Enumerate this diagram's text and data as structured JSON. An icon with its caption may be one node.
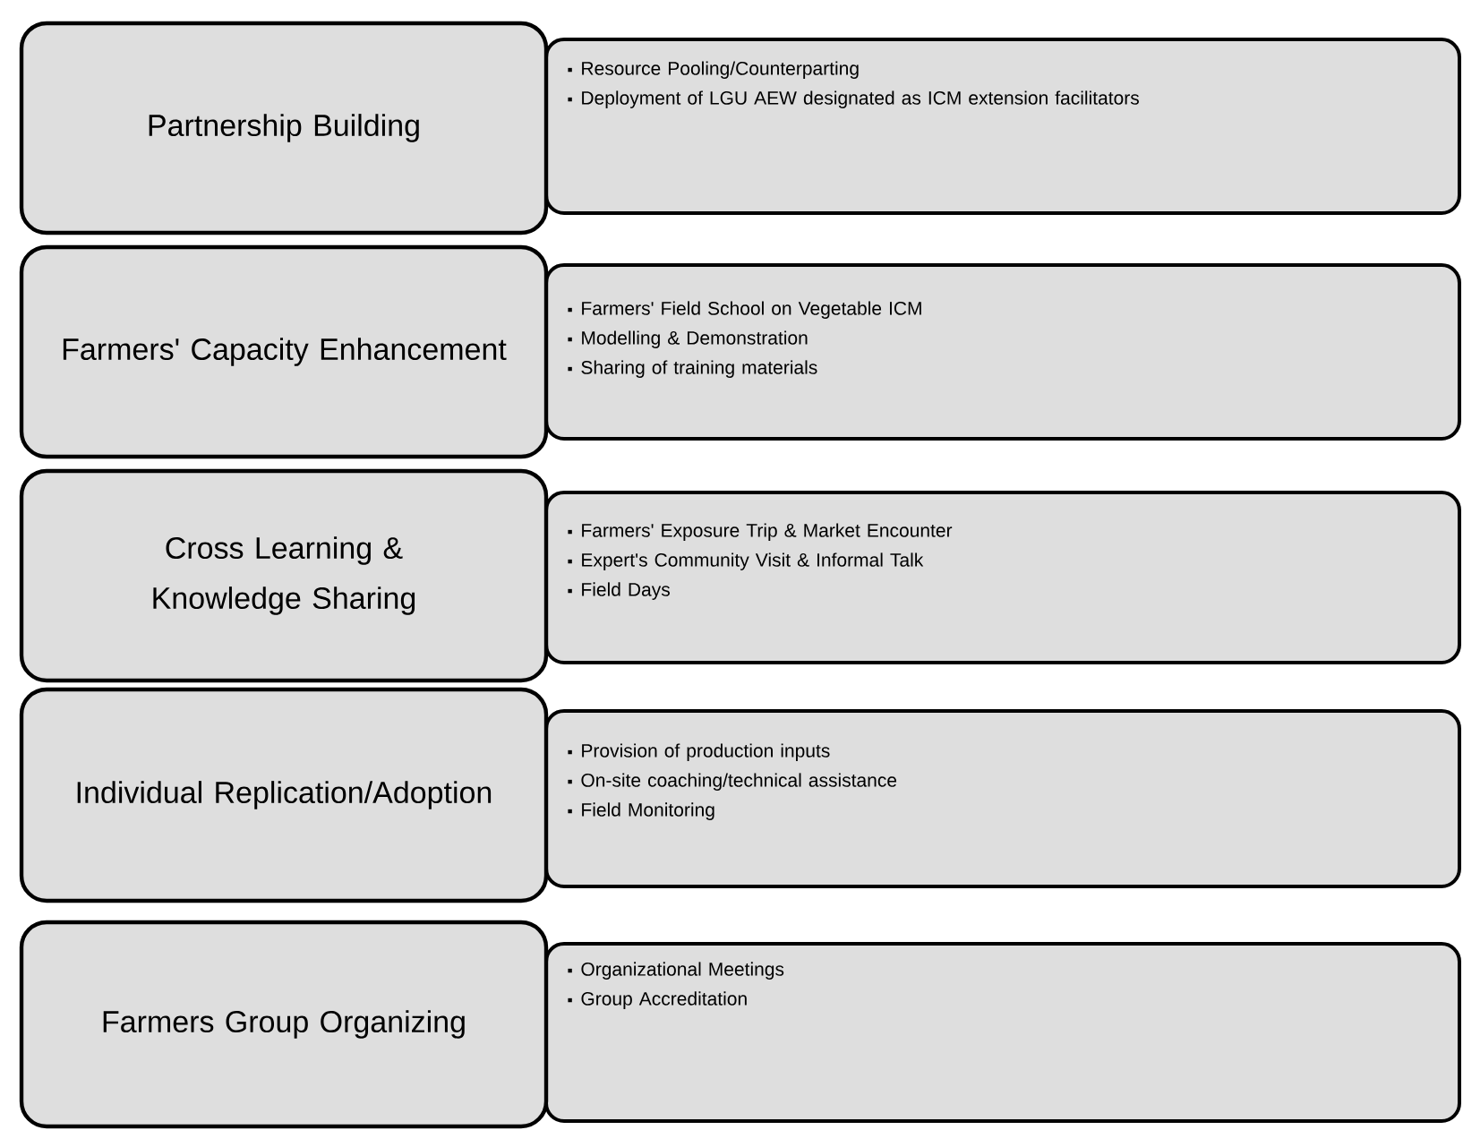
{
  "diagram": {
    "nodes": [
      {
        "text": [
          "Partnership Building"
        ]
      },
      {
        "text": [
          "Resource Pooling/Counterparting",
          "Deployment of LGU AEW designated as ICM extension facilitators"
        ]
      },
      {
        "text": [
          "Farmers' Capacity Enhancement"
        ]
      },
      {
        "text": [
          "Farmers' Field School on Vegetable ICM",
          "Modelling & Demonstration",
          "Sharing of training materials"
        ]
      },
      {
        "text": [
          "Cross Learning & Knowledge Sharing"
        ]
      },
      {
        "text": [
          "Farmers' Exposure Trip & Market Encounter",
          "Expert's Community Visit & Informal Talk",
          "Field Days"
        ]
      },
      {
        "text": [
          "Individual Replication/Adoption"
        ]
      },
      {
        "text": [
          "Provision of production inputs",
          "On-site coaching/technical assistance",
          "Field Monitoring"
        ]
      },
      {
        "text": [
          "Farmers Group Organizing"
        ]
      },
      {
        "text": [
          "Organizational Meetings",
          "Group Accreditation"
        ]
      }
    ]
  }
}
